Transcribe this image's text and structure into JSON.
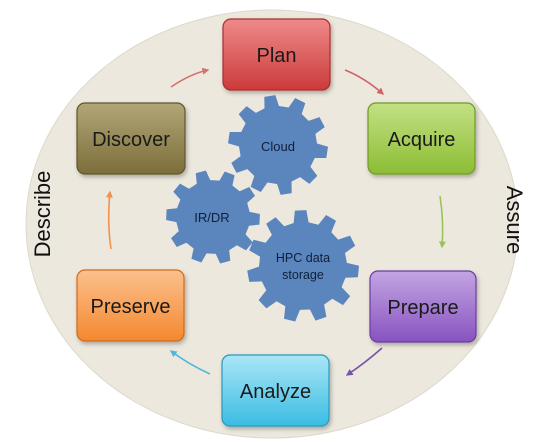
{
  "background_color": "#ece8de",
  "stages": {
    "plan": {
      "label": "Plan",
      "top": "#ee8a8a",
      "bottom": "#cc3a3a",
      "border": "#a82d2d"
    },
    "acquire": {
      "label": "Acquire",
      "top": "#c3e084",
      "bottom": "#8cbd34",
      "border": "#6f9a28"
    },
    "prepare": {
      "label": "Prepare",
      "top": "#c3a4e2",
      "bottom": "#8753c0",
      "border": "#6a3d9e"
    },
    "analyze": {
      "label": "Analyze",
      "top": "#a9e6f6",
      "bottom": "#3bbce3",
      "border": "#2a98bb"
    },
    "preserve": {
      "label": "Preserve",
      "top": "#fcc08d",
      "bottom": "#f4882f",
      "border": "#d06a1c"
    },
    "discover": {
      "label": "Discover",
      "top": "#b1a677",
      "bottom": "#7c6e3b",
      "border": "#615628"
    }
  },
  "arrow_colors": {
    "plan_to_acquire": "#d06363",
    "acquire_to_prepare": "#9cc15b",
    "prepare_to_analyze": "#7a55a6",
    "analyze_to_preserve": "#4fb7db",
    "preserve_to_discover": "#f3914a",
    "discover_to_plan": "#d86e6e"
  },
  "side_labels": {
    "describe": "Describe",
    "assure": "Assure"
  },
  "gears": {
    "color": "#5b85bd",
    "cloud": "Cloud",
    "irdr": "IR/DR",
    "hpc_line1": "HPC data",
    "hpc_line2": "storage"
  }
}
